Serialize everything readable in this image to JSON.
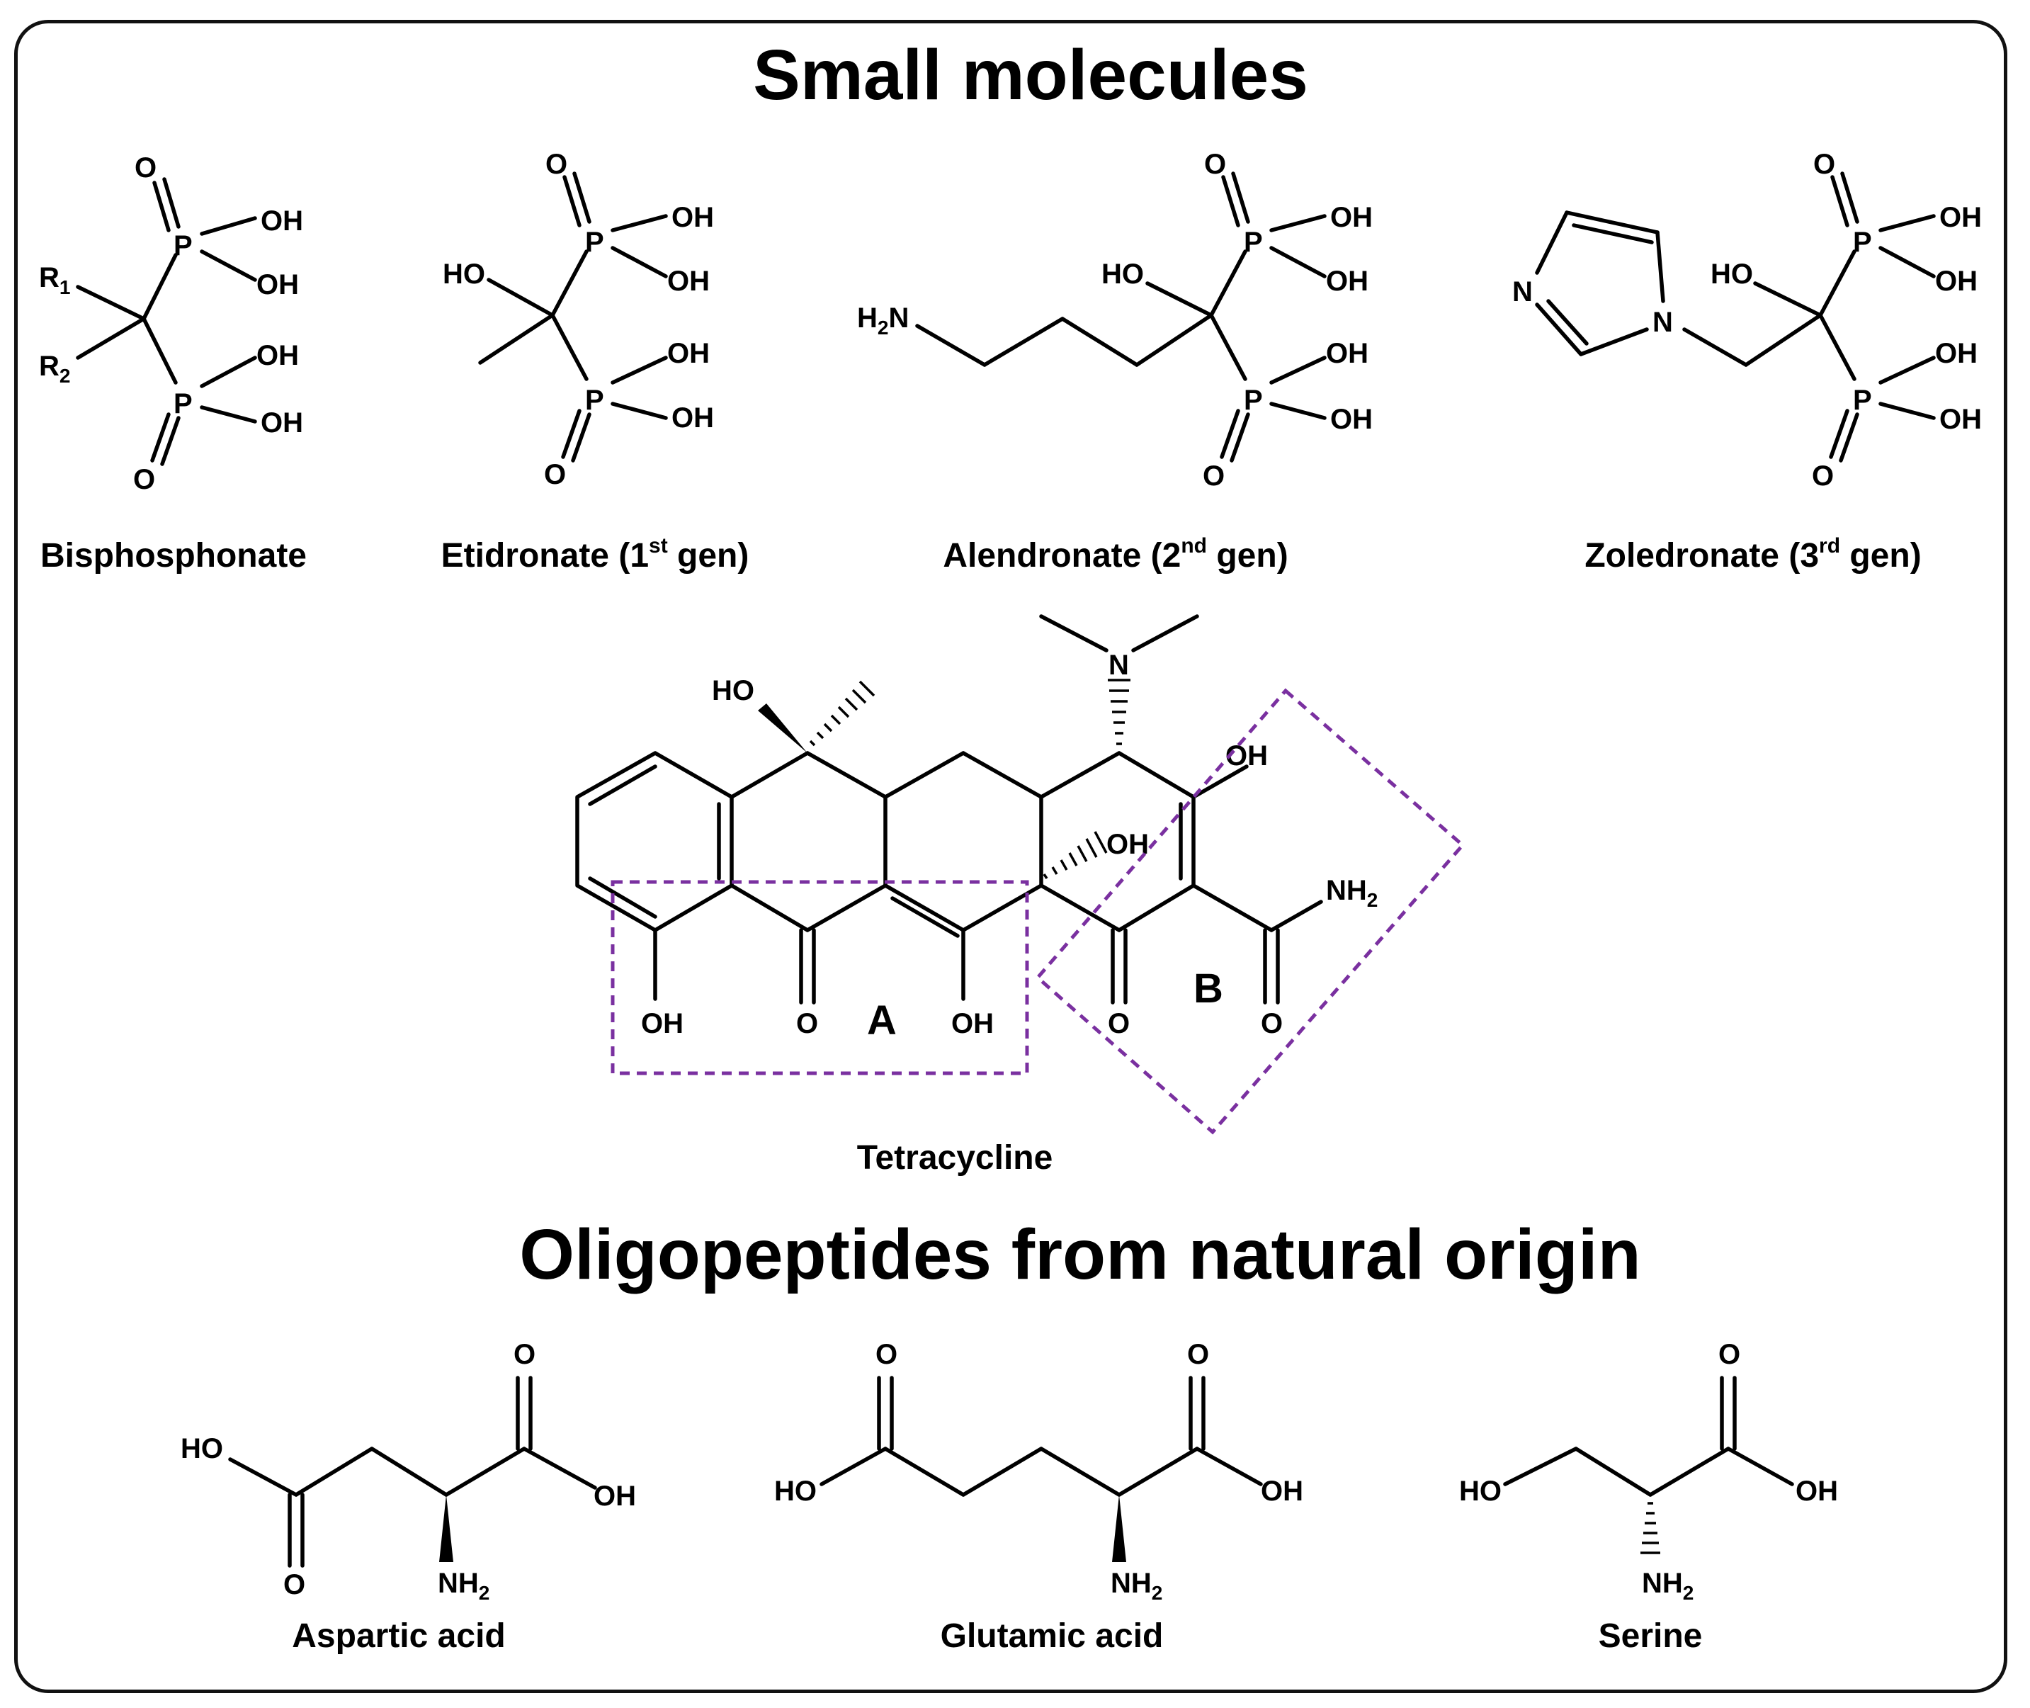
{
  "headings": {
    "small_molecules": "Small molecules",
    "oligopeptides": "Oligopeptides from natural origin"
  },
  "captions": {
    "bisphosphonate": "Bisphosphonate",
    "etidronate": "Etidronate (1",
    "etidronate_sup": "st",
    "etidronate_tail": " gen)",
    "alendronate": "Alendronate (2",
    "alendronate_sup": "nd",
    "alendronate_tail": " gen)",
    "zoledronate": "Zoledronate (3",
    "zoledronate_sup": "rd",
    "zoledronate_tail": " gen)",
    "tetracycline": "Tetracycline",
    "aspartic": "Aspartic acid",
    "glutamic": "Glutamic acid",
    "serine": "Serine"
  },
  "atoms": {
    "O": "O",
    "P": "P",
    "OH": "OH",
    "HO": "HO",
    "N": "N",
    "R": "R",
    "sub1": "1",
    "sub2": "2",
    "H": "H",
    "NH": "NH"
  },
  "regions": {
    "a_label": "A",
    "b_label": "B",
    "color": "#7a30a0"
  }
}
